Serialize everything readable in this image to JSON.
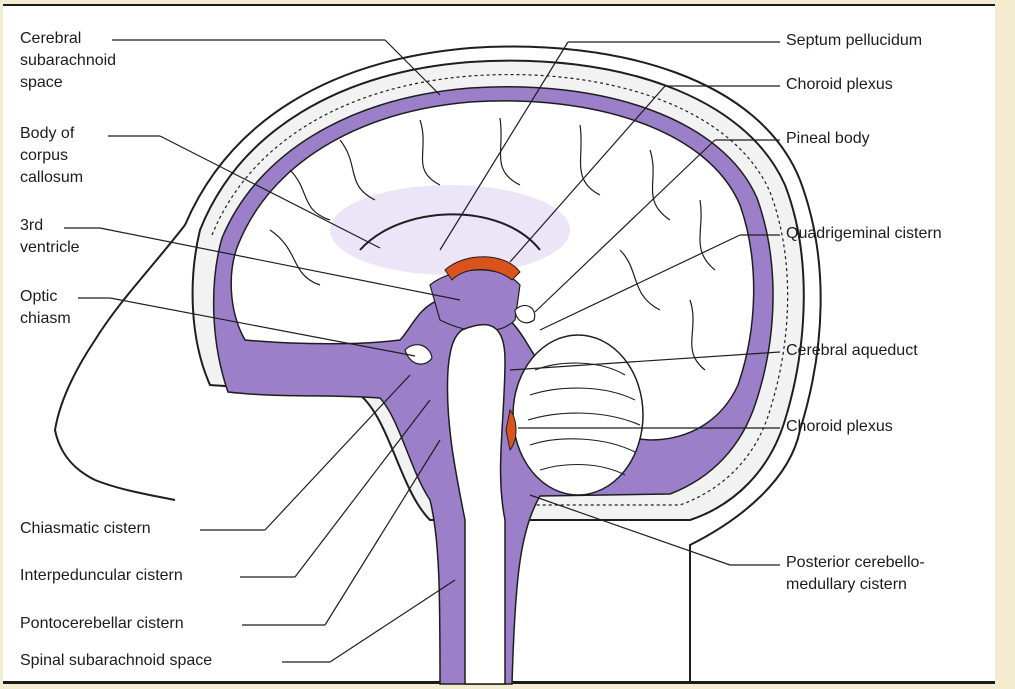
{
  "colors": {
    "csf": "#9b7fc9",
    "plexus": "#d9541c",
    "skull": "#f2f2f2",
    "outline": "#1e1e1e",
    "background": "#f3ecd0"
  },
  "labels_left": [
    {
      "id": "cerebral-subarachnoid-space",
      "text": "Cerebral\nsubarachnoid\nspace"
    },
    {
      "id": "body-of-corpus-callosum",
      "text": "Body of\ncorpus\ncallosum"
    },
    {
      "id": "third-ventricle",
      "text": "3rd\nventricle"
    },
    {
      "id": "optic-chiasm",
      "text": "Optic\nchiasm"
    },
    {
      "id": "chiasmatic-cistern",
      "text": "Chiasmatic cistern"
    },
    {
      "id": "interpeduncular-cistern",
      "text": "Interpeduncular cistern"
    },
    {
      "id": "pontocerebellar-cistern",
      "text": "Pontocerebellar cistern"
    },
    {
      "id": "spinal-subarachnoid-space",
      "text": "Spinal subarachnoid space"
    }
  ],
  "labels_right": [
    {
      "id": "septum-pellucidum",
      "text": "Septum pellucidum"
    },
    {
      "id": "choroid-plexus-upper",
      "text": "Choroid plexus"
    },
    {
      "id": "pineal-body",
      "text": "Pineal body"
    },
    {
      "id": "quadrigeminal-cistern",
      "text": "Quadrigeminal cistern"
    },
    {
      "id": "cerebral-aqueduct",
      "text": "Cerebral aqueduct"
    },
    {
      "id": "choroid-plexus-lower",
      "text": "Choroid plexus"
    },
    {
      "id": "posterior-cerebellomedullary-cistern",
      "text": "Posterior cerebello-\nmedullary cistern"
    }
  ]
}
